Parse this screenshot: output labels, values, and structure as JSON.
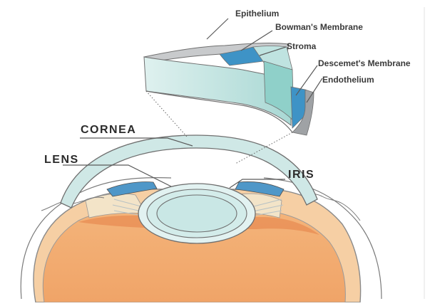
{
  "labels": {
    "epithelium": "Epithelium",
    "bowmans_membrane": "Bowman's Membrane",
    "stroma": "Stroma",
    "descemets_membrane": "Descemet's Membrane",
    "endothelium": "Endothelium",
    "cornea": "CORNEA",
    "lens": "LENS",
    "iris": "IRIS"
  },
  "colors": {
    "epithelium": "#c4c6c8",
    "bowmans_membrane": "#3f93c5",
    "stroma": "#c5e6e4",
    "descemets_membrane": "#3f93c5",
    "endothelium": "#a0a3a6",
    "cornea": "#cbe7e5",
    "lens": "#d9efee",
    "iris": "#5198c7",
    "eye_outer": "#f3bf8f",
    "eye_inner": "#ef9c5f"
  }
}
